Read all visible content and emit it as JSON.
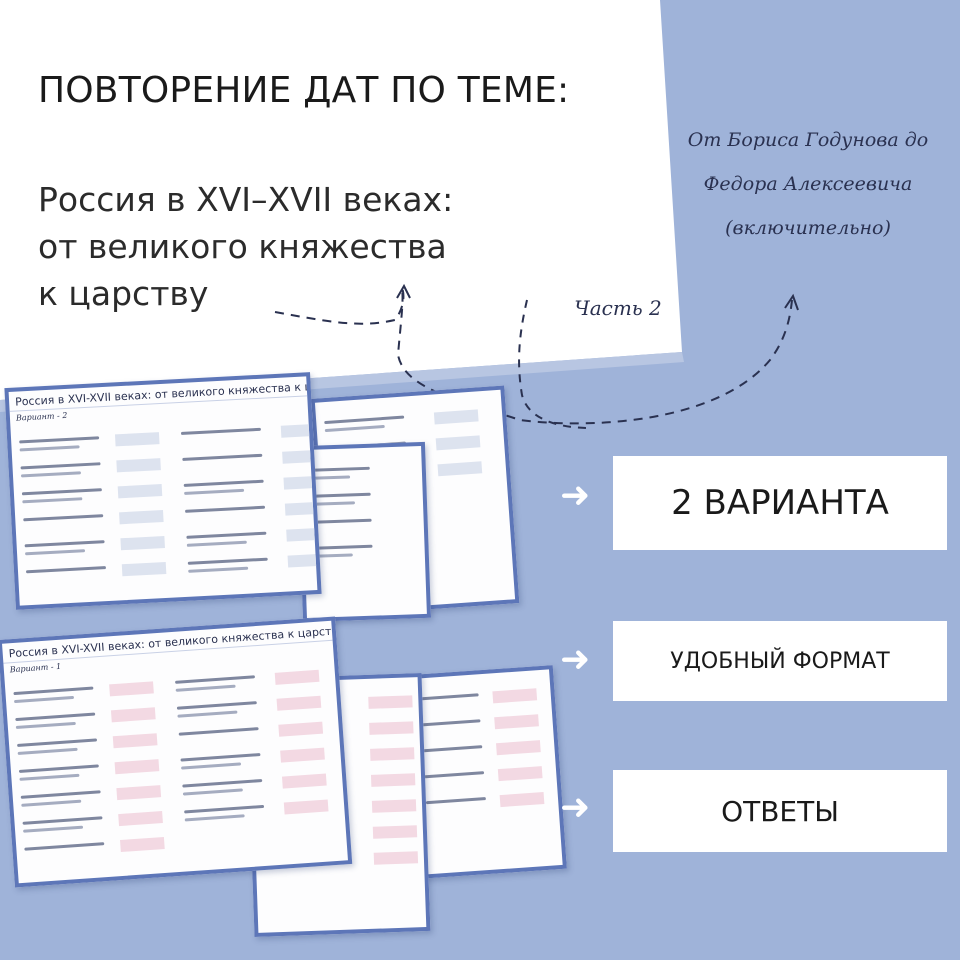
{
  "header": {
    "title": "ПОВТОРЕНИЕ ДАТ ПО ТЕМЕ:",
    "subtitle_line1": "Россия в XVI–XVII веках:",
    "subtitle_line2": "от великого княжества",
    "subtitle_line3": "к царству"
  },
  "handwritten": {
    "topic_line1": "От Бориса Годунова до",
    "topic_line2": "Федора Алексеевича",
    "topic_line3": "(включительно)",
    "part": "Часть 2"
  },
  "features": [
    {
      "label": "2 ВАРИАНТА"
    },
    {
      "label": "УДОБНЫЙ ФОРМАТ"
    },
    {
      "label": "ОТВЕТЫ"
    }
  ],
  "preview_cards": {
    "card_title": "Россия в XVI-XVII веках: от великого княжества к царству",
    "card_subtitle": "От Бориса Годунова до Федора Алексеевича (включительно)",
    "variant2_label": "Вариант - 2",
    "variant1_label": "Вариант - 1"
  },
  "colors": {
    "background": "#9fb3d9",
    "card_border": "#5d76b8",
    "text": "#1a1a1a"
  },
  "icons": [
    "arrow-right-icon",
    "dashed-arrow-icon"
  ]
}
